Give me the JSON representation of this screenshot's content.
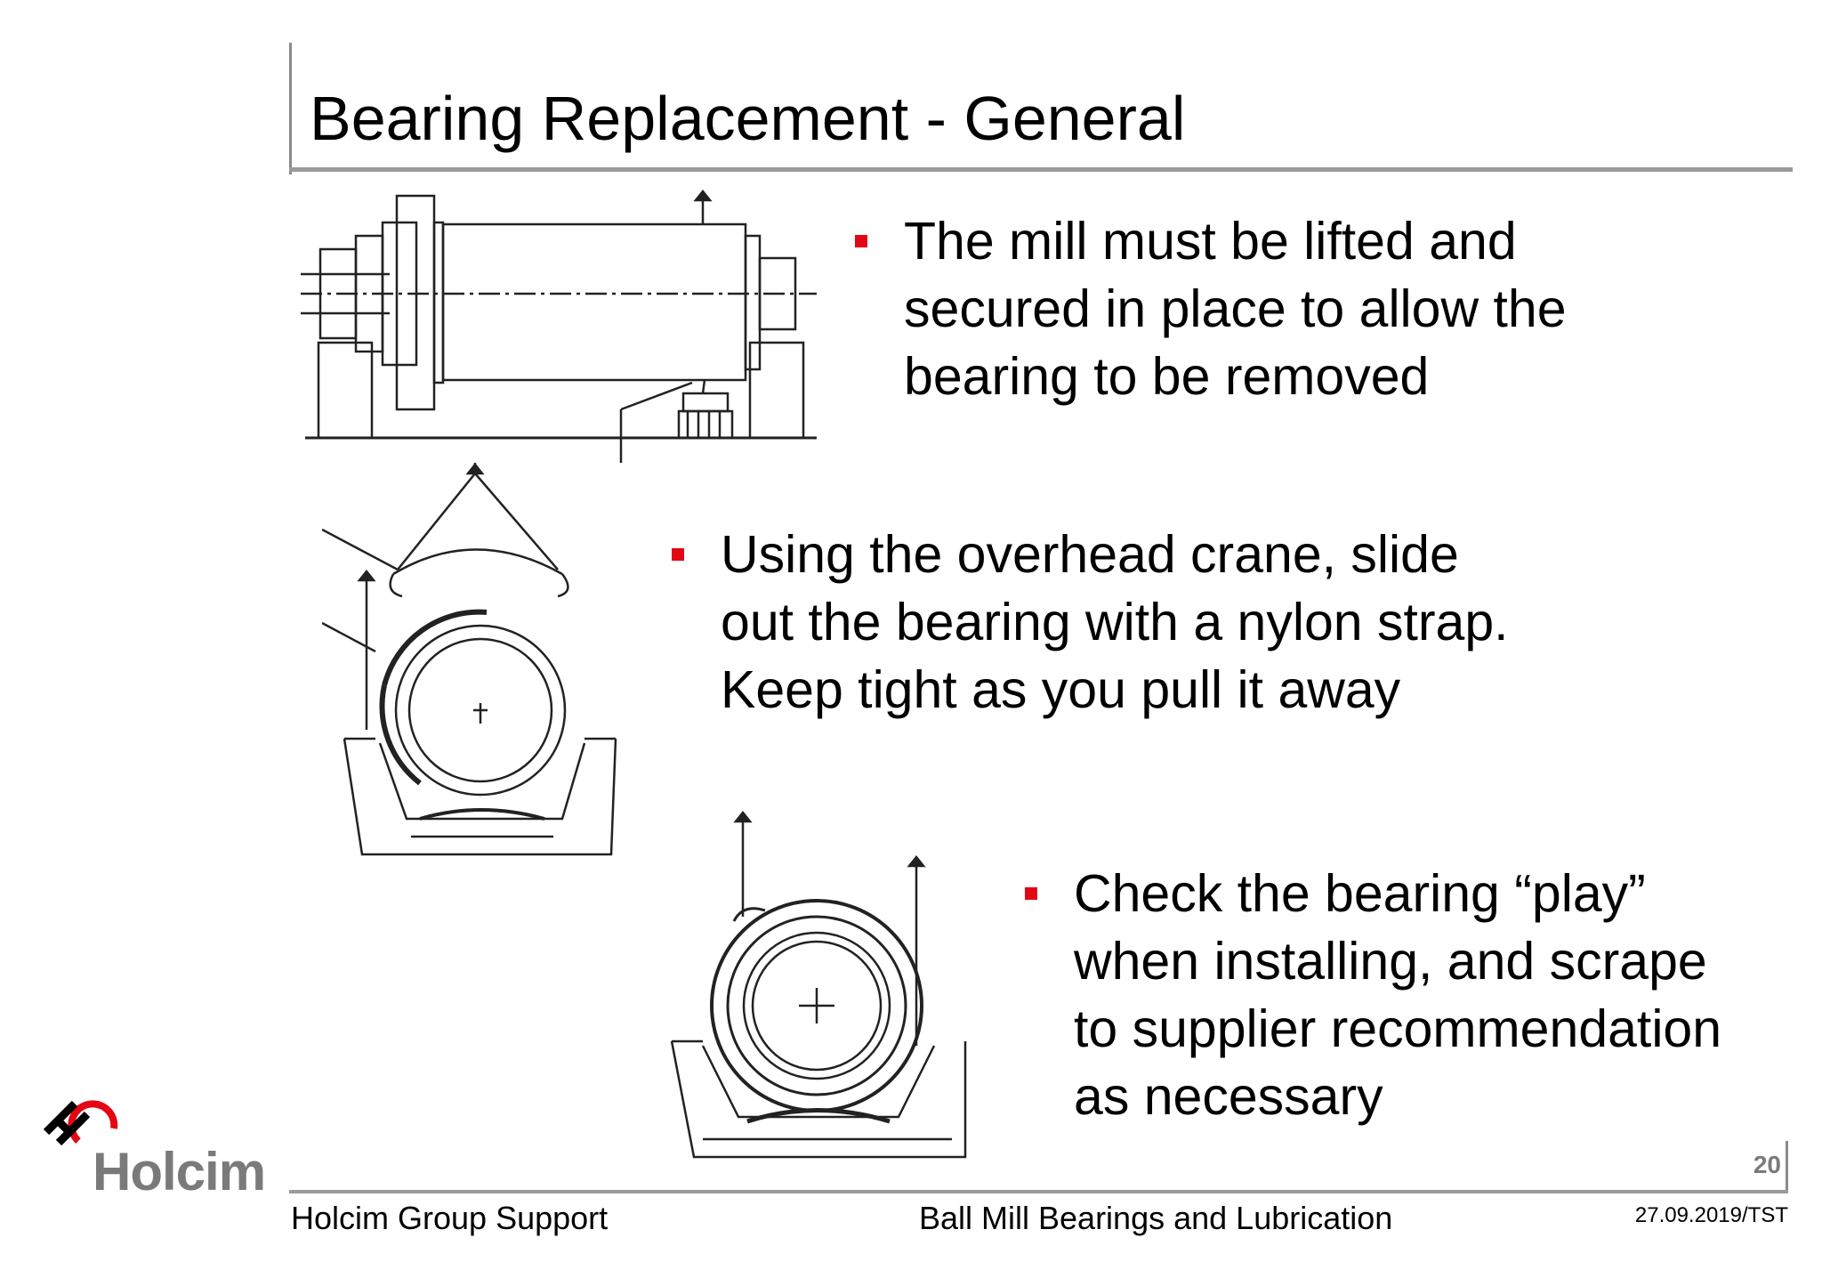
{
  "slide": {
    "title": "Bearing Replacement - General"
  },
  "bullets": [
    {
      "lines": [
        "The mill must be lifted and",
        "secured in place to allow the",
        "bearing to be removed"
      ]
    },
    {
      "lines": [
        "Using the overhead crane, slide",
        "out the bearing with a nylon strap.",
        "Keep tight as you pull it away"
      ]
    },
    {
      "lines": [
        "Check the bearing “play”",
        "when installing, and scrape",
        "to supplier recommendation",
        "as necessary"
      ]
    }
  ],
  "footer": {
    "left": "Holcim Group Support",
    "center": "Ball Mill Bearings and Lubrication",
    "right": "27.09.2019/TST",
    "page_number": "20"
  },
  "logo": {
    "text": "Holcim",
    "colors": {
      "red": "#e30613",
      "black": "#000000",
      "gray": "#7a7a7a"
    }
  },
  "colors": {
    "bullet_marker": "#e30613",
    "rules": "#9a9a9a"
  },
  "icons": [
    "holcim-logo-icon",
    "square-bullet-icon"
  ]
}
